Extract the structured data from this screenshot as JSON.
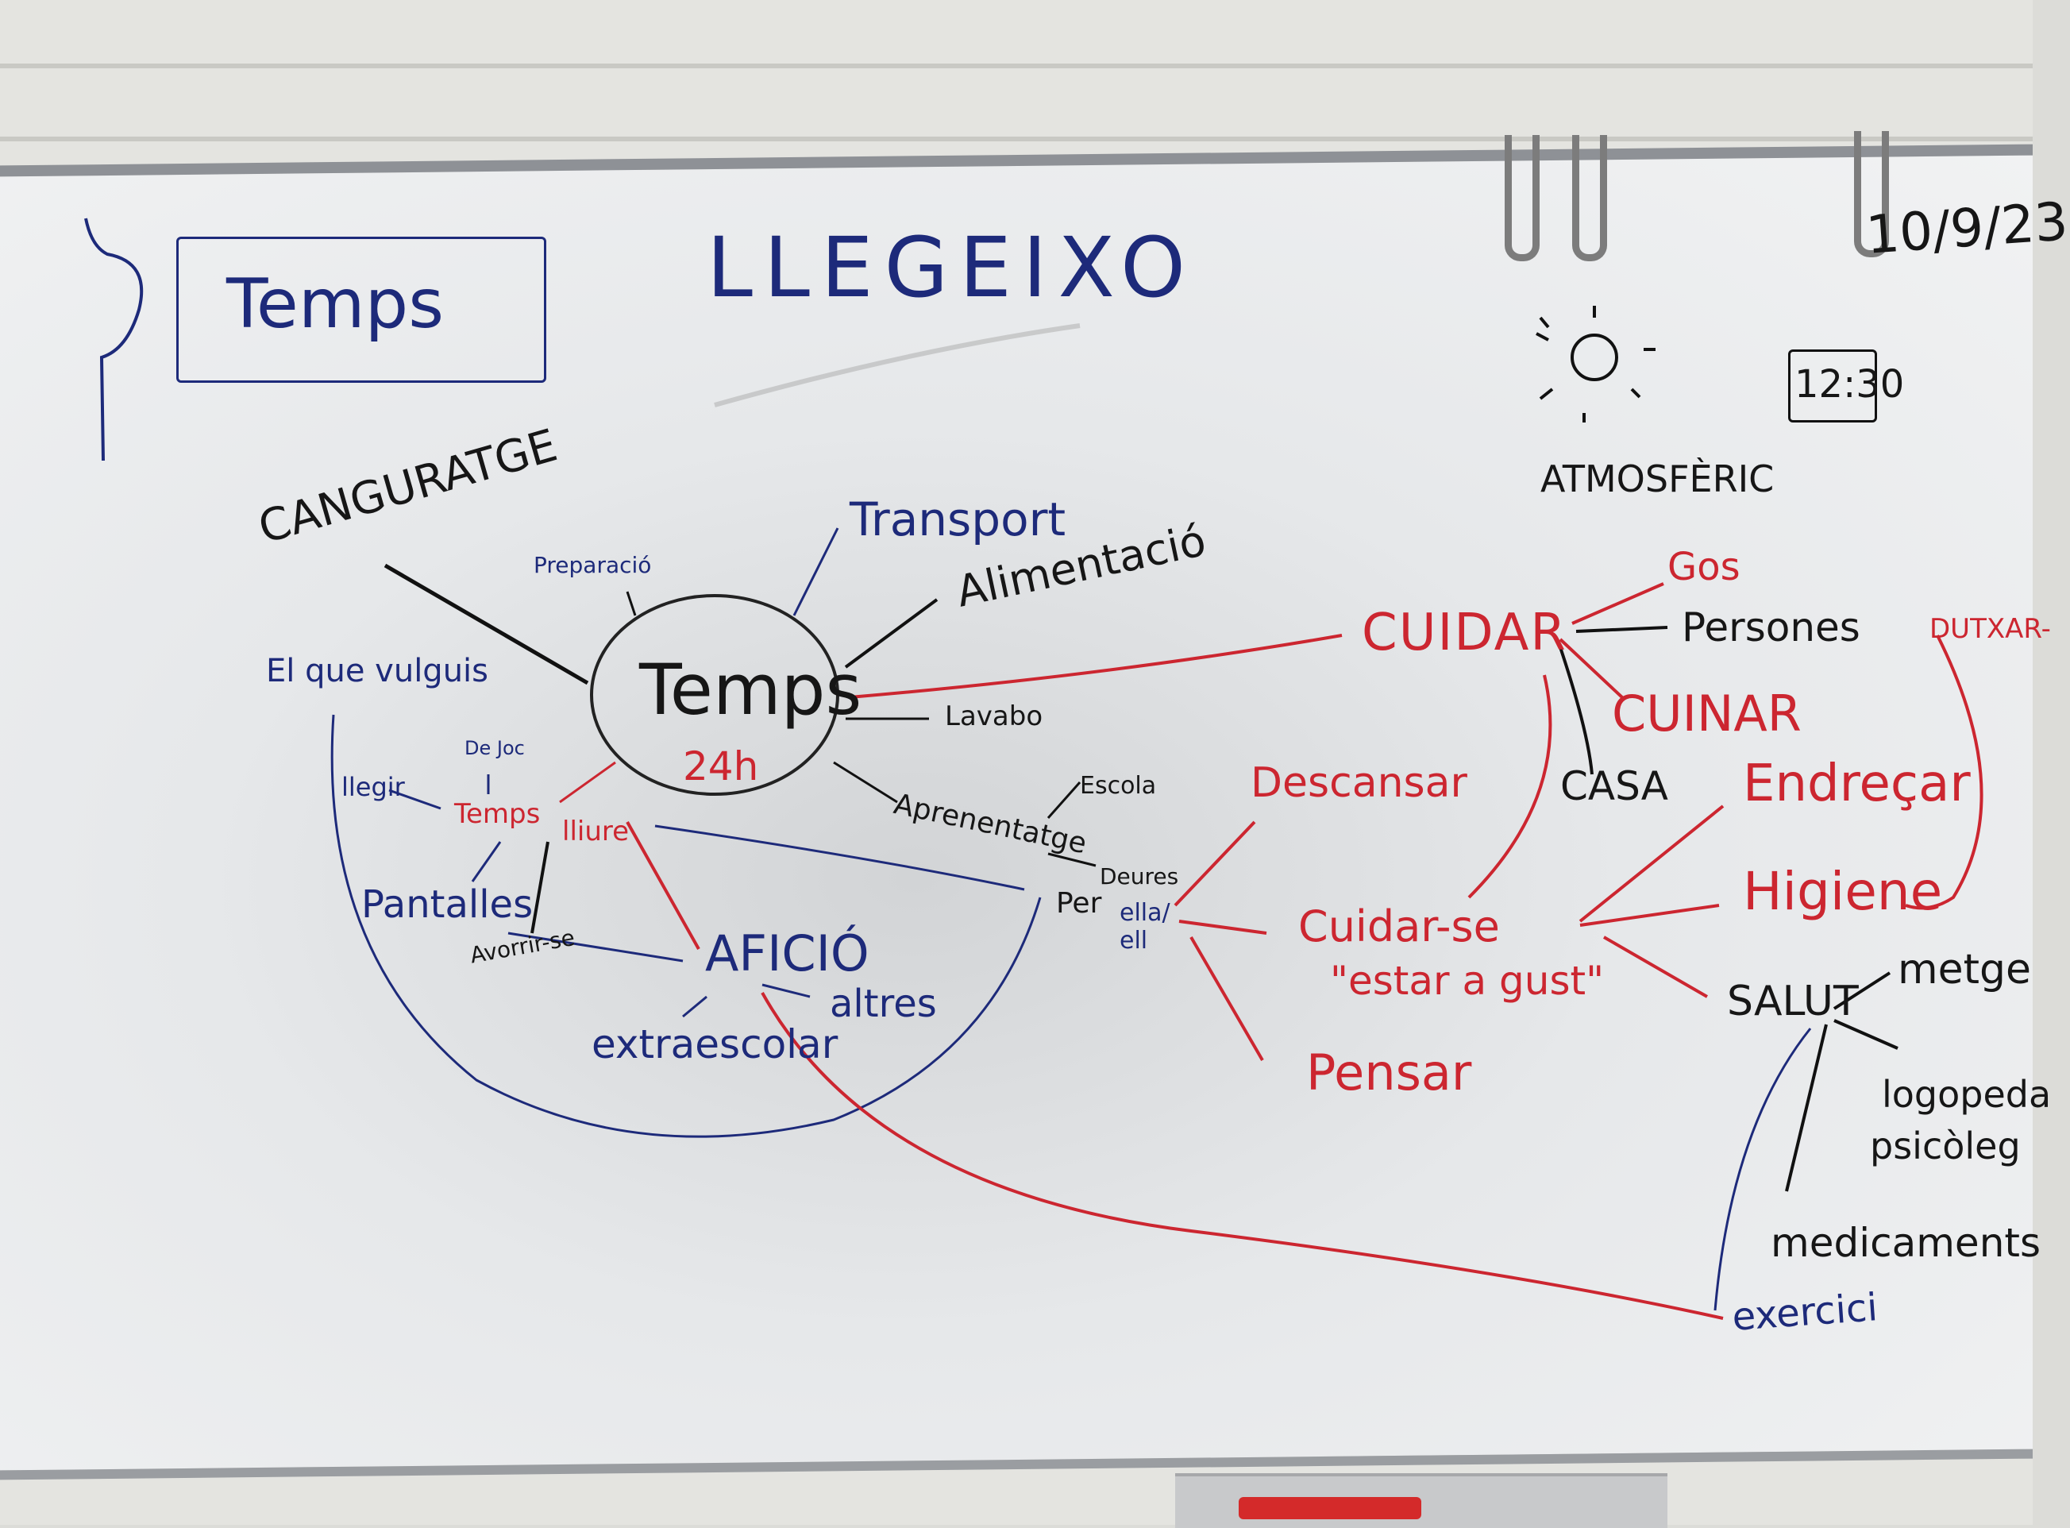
{
  "date": "10/9/23",
  "clock_time": "12:30",
  "board_title": "LLEGEIXO",
  "topic_box": "Temps",
  "center": {
    "main": "Temps",
    "sub": "24h"
  },
  "weather_label": "ATMOSFÈRIC",
  "labels": {
    "canguratge": "CANGURATGE",
    "preparacio": "Preparació",
    "transport": "Transport",
    "alimentacio": "Alimentació",
    "lavabo": "Lavabo",
    "aprenentatge": "Aprenentatge",
    "escola": "Escola",
    "deures": "Deures",
    "el_que_vulguis": "El que vulguis",
    "de_joc": "De Joc",
    "llegir": "llegir",
    "temps_small": "Temps",
    "lliure": "lliure",
    "pantalles": "Pantalles",
    "avorrir_se": "Avorrir-se",
    "aficio": "AFICIÓ",
    "altres": "altres",
    "extraescolar": "extraescolar",
    "per": "Per",
    "ella_ell": "ella/",
    "ell": "ell",
    "cuidar": "CUIDAR",
    "gos": "Gos",
    "persones": "Persones",
    "cuinar": "CUINAR",
    "casa": "CASA",
    "descansar": "Descansar",
    "cuidar_se": "Cuidar-se",
    "estar_a_gust": "\"estar a gust\"",
    "pensar": "Pensar",
    "endrecar": "Endreçar",
    "higiene": "Higiene",
    "dutxar": "DUTXAR-",
    "salut": "SALUT",
    "metge": "metge",
    "logopeda": "logopeda",
    "psicoleg": "psicòleg",
    "medicaments": "medicaments",
    "exercici": "exercici"
  }
}
